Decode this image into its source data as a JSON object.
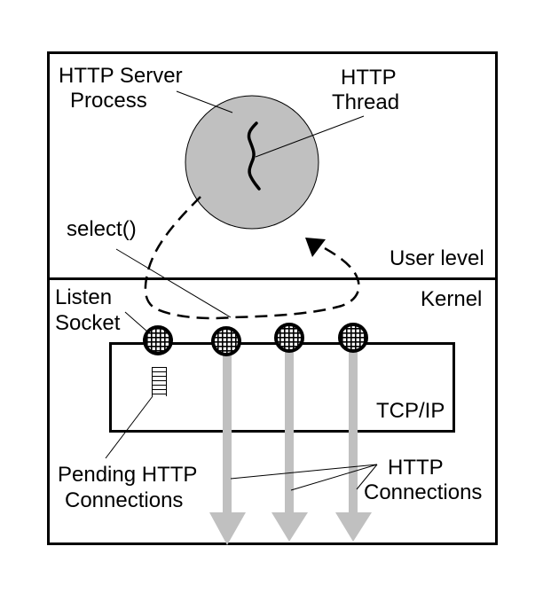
{
  "diagram": {
    "title": "HTTP server select() architecture",
    "colors": {
      "line": "#000000",
      "process_fill": "#c0c0c0",
      "connection_arrow": "#c0c0c0",
      "background": "#ffffff"
    },
    "regions": {
      "user_level": "User level",
      "kernel": "Kernel"
    },
    "labels": {
      "server_process_line1": "HTTP Server",
      "server_process_line2": "Process",
      "thread_line1": "HTTP",
      "thread_line2": "Thread",
      "select": "select()",
      "listen_socket_line1": "Listen",
      "listen_socket_line2": "Socket",
      "tcpip": "TCP/IP",
      "pending_line1": "Pending HTTP",
      "pending_line2": "Connections",
      "connections_line1": "HTTP",
      "connections_line2": "Connections"
    },
    "sockets": [
      {
        "name": "listen-socket",
        "role": "listen"
      },
      {
        "name": "connection-socket-1",
        "role": "connection"
      },
      {
        "name": "connection-socket-2",
        "role": "connection"
      },
      {
        "name": "connection-socket-3",
        "role": "connection"
      }
    ],
    "connections_count": 3,
    "pending_queue_slots": 7
  }
}
